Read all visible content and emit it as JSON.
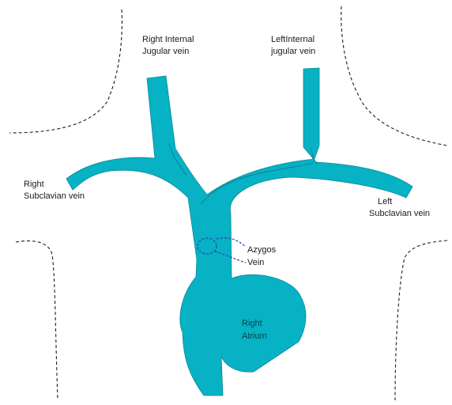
{
  "labels": {
    "right_ijv": [
      "Right Internal",
      "Jugular vein"
    ],
    "left_ijv": [
      "LeftInternal",
      "jugular vein"
    ],
    "right_subclavian": [
      "Right",
      "Subclavian vein"
    ],
    "left_subclavian": [
      "Left",
      "Subclavian vein"
    ],
    "azygos": [
      "Azygos",
      "Vein"
    ],
    "right_atrium": [
      "Right",
      "Atrium"
    ]
  },
  "colors": {
    "vein_fill": "#06b2c4",
    "azygos_stroke": "#2a3fb0",
    "outline": "#1e1e1e"
  }
}
